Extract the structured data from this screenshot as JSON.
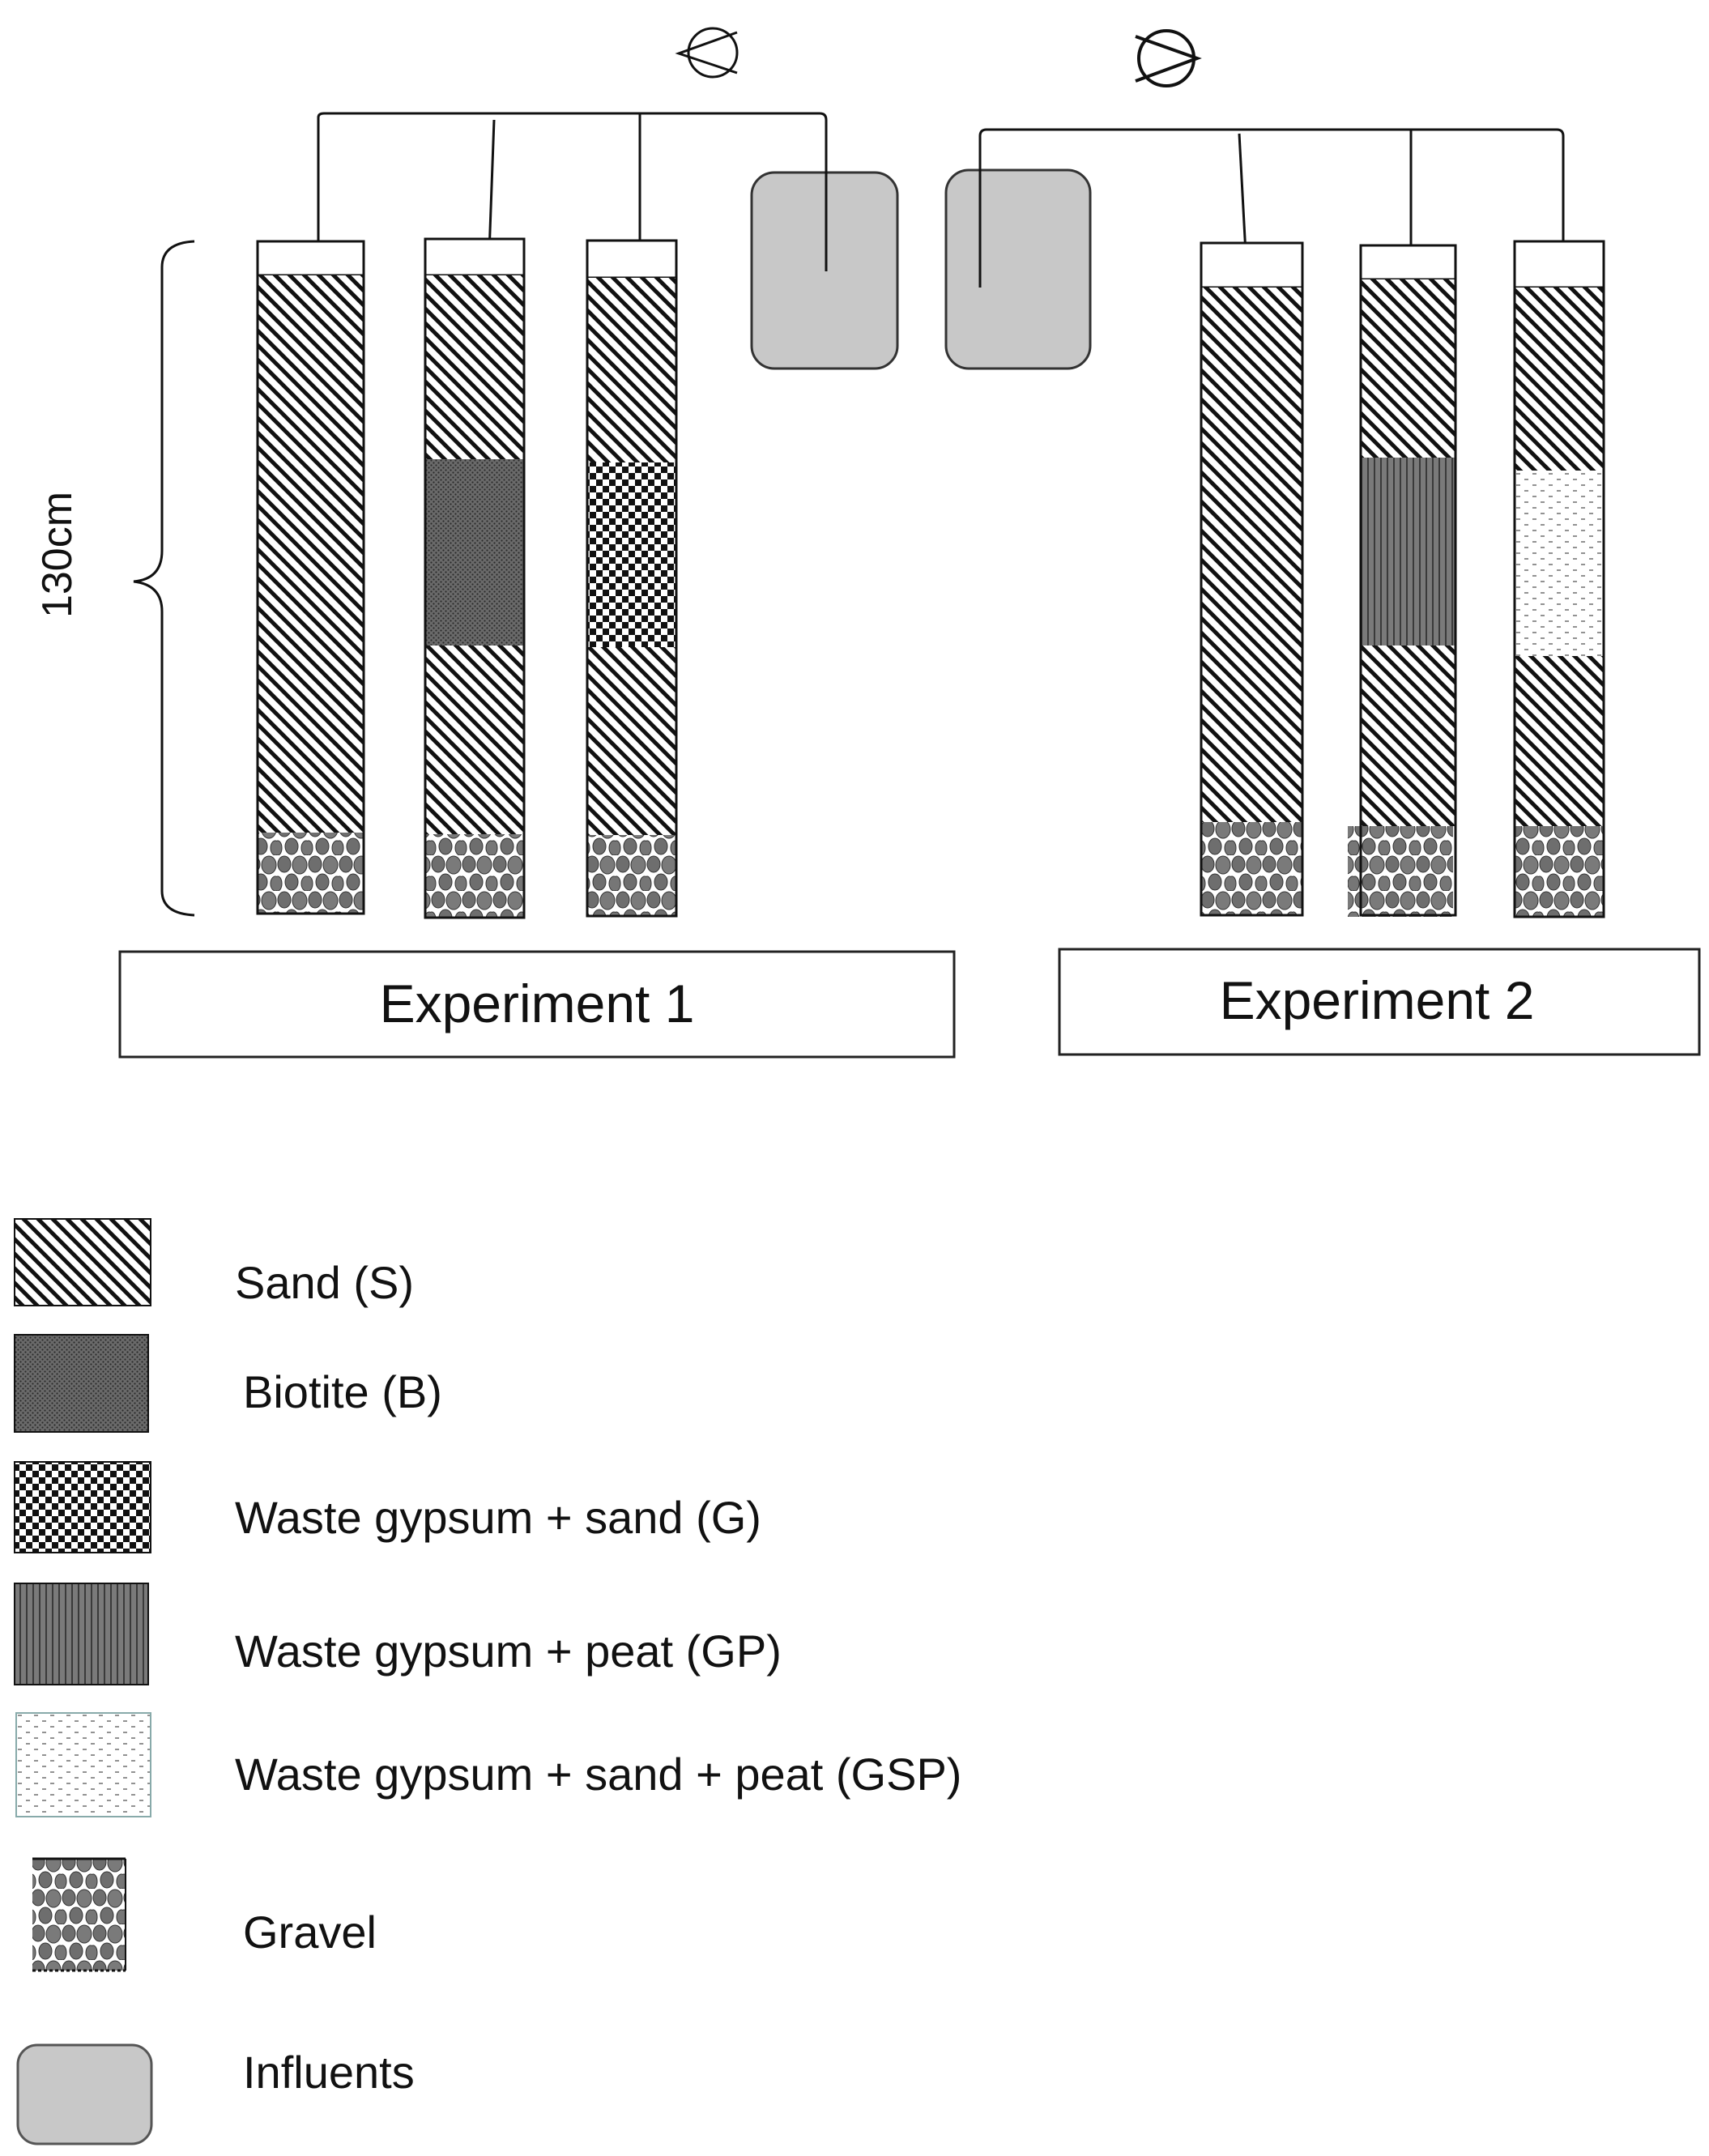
{
  "diagram": {
    "height_label": "130cm",
    "experiments": [
      {
        "label": "Experiment 1",
        "columns": [
          {
            "layers": [
              "S",
              "Gravel"
            ]
          },
          {
            "layers": [
              "S",
              "B",
              "S",
              "Gravel"
            ]
          },
          {
            "layers": [
              "S",
              "G",
              "S",
              "Gravel"
            ]
          }
        ]
      },
      {
        "label": "Experiment 2",
        "columns": [
          {
            "layers": [
              "S",
              "Gravel"
            ]
          },
          {
            "layers": [
              "S",
              "GP",
              "S",
              "Gravel"
            ]
          },
          {
            "layers": [
              "S",
              "GSP",
              "S",
              "Gravel"
            ]
          }
        ]
      }
    ],
    "pumps": [
      {
        "icon": "pump-left-icon"
      },
      {
        "icon": "pump-right-icon"
      }
    ],
    "colors": {
      "line": "#111111",
      "influent_fill": "#c8c8c8",
      "gravel_stone": "#6e6e6e",
      "gp_fill": "#7a7a7a"
    }
  },
  "legend": {
    "items": [
      {
        "key": "S",
        "label": "Sand (S)"
      },
      {
        "key": "B",
        "label": "Biotite (B)"
      },
      {
        "key": "G",
        "label": "Waste gypsum + sand (G)"
      },
      {
        "key": "GP",
        "label": "Waste gypsum + peat (GP)"
      },
      {
        "key": "GSP",
        "label": "Waste gypsum + sand + peat (GSP)"
      },
      {
        "key": "Gravel",
        "label": "Gravel"
      },
      {
        "key": "Influent",
        "label": "Influents"
      }
    ]
  }
}
